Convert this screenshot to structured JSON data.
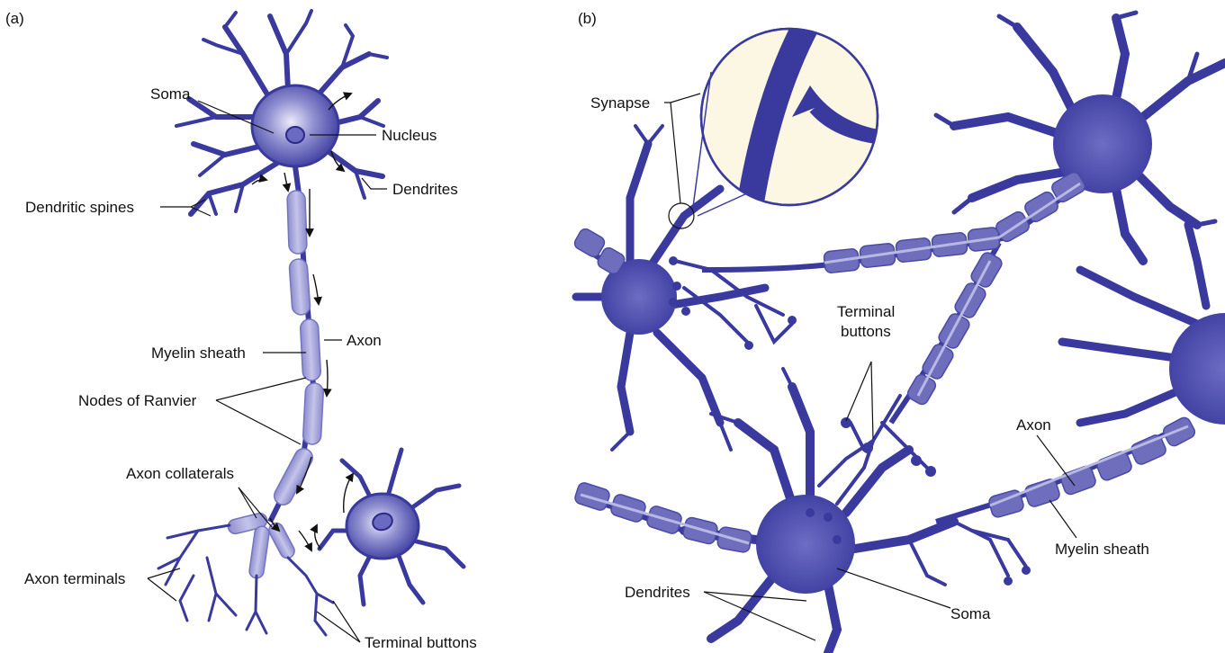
{
  "panel_a": {
    "tag": "(a)",
    "labels": {
      "soma": "Soma",
      "nucleus": "Nucleus",
      "dendrites": "Dendrites",
      "dendritic_spines": "Dendritic spines",
      "axon": "Axon",
      "myelin_sheath": "Myelin sheath",
      "nodes_of_ranvier": "Nodes of Ranvier",
      "axon_collaterals": "Axon collaterals",
      "axon_terminals": "Axon terminals",
      "terminal_buttons": "Terminal buttons"
    }
  },
  "panel_b": {
    "tag": "(b)",
    "labels": {
      "synapse": "Synapse",
      "terminal_buttons_line1": "Terminal",
      "terminal_buttons_line2": "buttons",
      "axon": "Axon",
      "myelin_sheath": "Myelin sheath",
      "dendrites": "Dendrites",
      "soma": "Soma"
    }
  },
  "colors": {
    "neuron": "#3a3a9e",
    "neuron_dark": "#262680",
    "myelin": "#6e6ebd",
    "myelin_light": "#9b9bd6",
    "myelin_a": "#a5a5d8",
    "soma_glow": "#d8d8f2",
    "synapse_bg": "#fbf7e2"
  }
}
